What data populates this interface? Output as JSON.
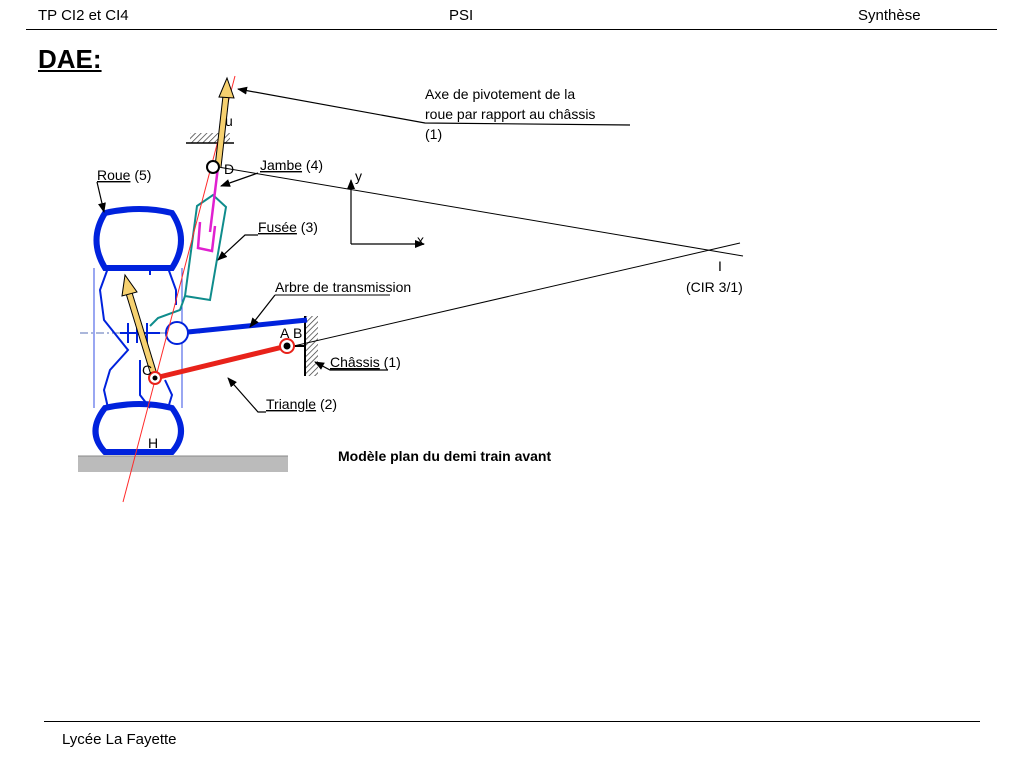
{
  "header": {
    "left": "TP CI2 et CI4",
    "center": "PSI",
    "right": "Synthèse"
  },
  "section_title": "DAE:",
  "diagram": {
    "annotation_axis": [
      "Axe de pivotement de la",
      "roue par rapport au châssis",
      "(1)"
    ],
    "label_jambe": "Jambe",
    "label_jambe_num": " (4)",
    "label_roue": "Roue",
    "label_roue_num": " (5)",
    "label_fusee": "Fusée",
    "label_fusee_num": " (3)",
    "label_arbre": "Arbre de transmission",
    "label_chassis": "Châssis",
    "label_chassis_num": " (1)",
    "label_triangle": "Triangle",
    "label_triangle_num": " (2)",
    "label_I": "I",
    "label_cir": "(CIR 3/1)",
    "point_u": "u",
    "point_D": "D",
    "point_A": "A",
    "point_B": "B",
    "point_C": "C",
    "point_H": "H",
    "axis_x": "x",
    "axis_y": "y",
    "caption": "Modèle plan du demi train avant"
  },
  "footer": {
    "school": "Lycée La Fayette"
  },
  "colors": {
    "wheel_blue": "#0022dd",
    "triangle_red": "#e8221a",
    "pivot_axis_red": "#ff2a2a",
    "jambe_magenta": "#e020d0",
    "fusee_teal": "#0f8c8c",
    "velocity_yellow": "#f6d170",
    "ground_gray": "#bbbbbb"
  }
}
